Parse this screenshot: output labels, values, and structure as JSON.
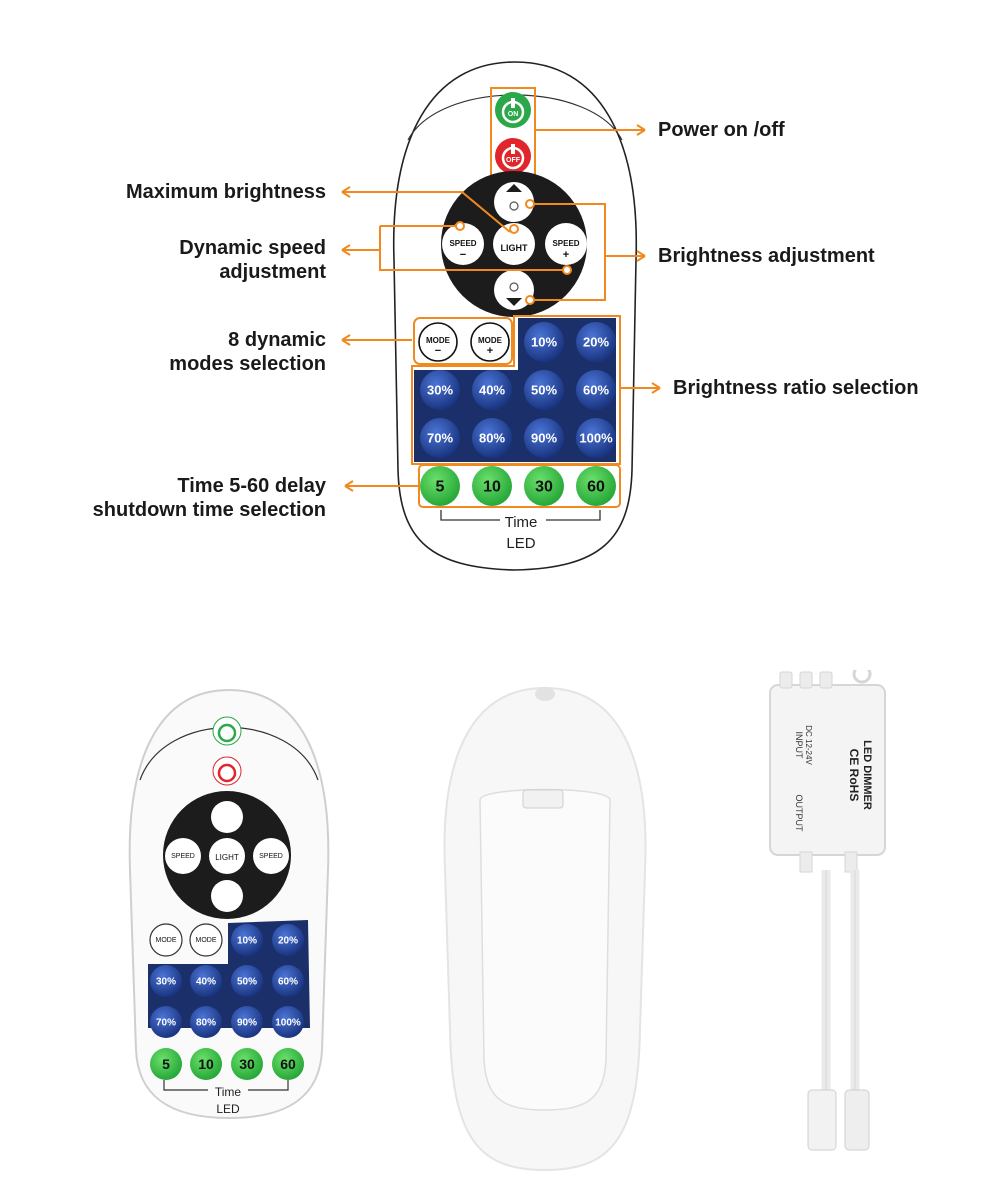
{
  "callouts": {
    "power": "Power on /off",
    "max_brightness": "Maximum brightness",
    "speed_line1": "Dynamic speed",
    "speed_line2": "adjustment",
    "brightness_adj": "Brightness adjustment",
    "modes_line1": "8 dynamic",
    "modes_line2": "modes selection",
    "ratio": "Brightness ratio selection",
    "time_line1": "Time 5-60 delay",
    "time_line2": "shutdown time selection"
  },
  "remote": {
    "on_label": "ON",
    "off_label": "OFF",
    "speed_minus_label": "SPEED",
    "speed_minus_sign": "−",
    "speed_plus_label": "SPEED",
    "speed_plus_sign": "+",
    "light_label": "LIGHT",
    "mode_minus_label": "MODE",
    "mode_minus_sign": "−",
    "mode_plus_label": "MODE",
    "mode_plus_sign": "+",
    "brightness_buttons": [
      "10%",
      "20%",
      "30%",
      "40%",
      "50%",
      "60%",
      "70%",
      "80%",
      "90%",
      "100%"
    ],
    "time_buttons": [
      "5",
      "10",
      "30",
      "60"
    ],
    "time_caption": "Time",
    "brand": "LED"
  },
  "dimmer": {
    "title": "LED DIMMER",
    "certs": "CE RoHS",
    "voltage": "DC 12-24V",
    "input": "INPUT",
    "output": "OUTPUT"
  },
  "colors": {
    "callout_line": "#f08a1e",
    "on_green": "#2aa84a",
    "off_red": "#e0262c",
    "pad_black": "#1c1c1c",
    "blue_button": "#1f3d8f",
    "green_button": "#33b040"
  }
}
